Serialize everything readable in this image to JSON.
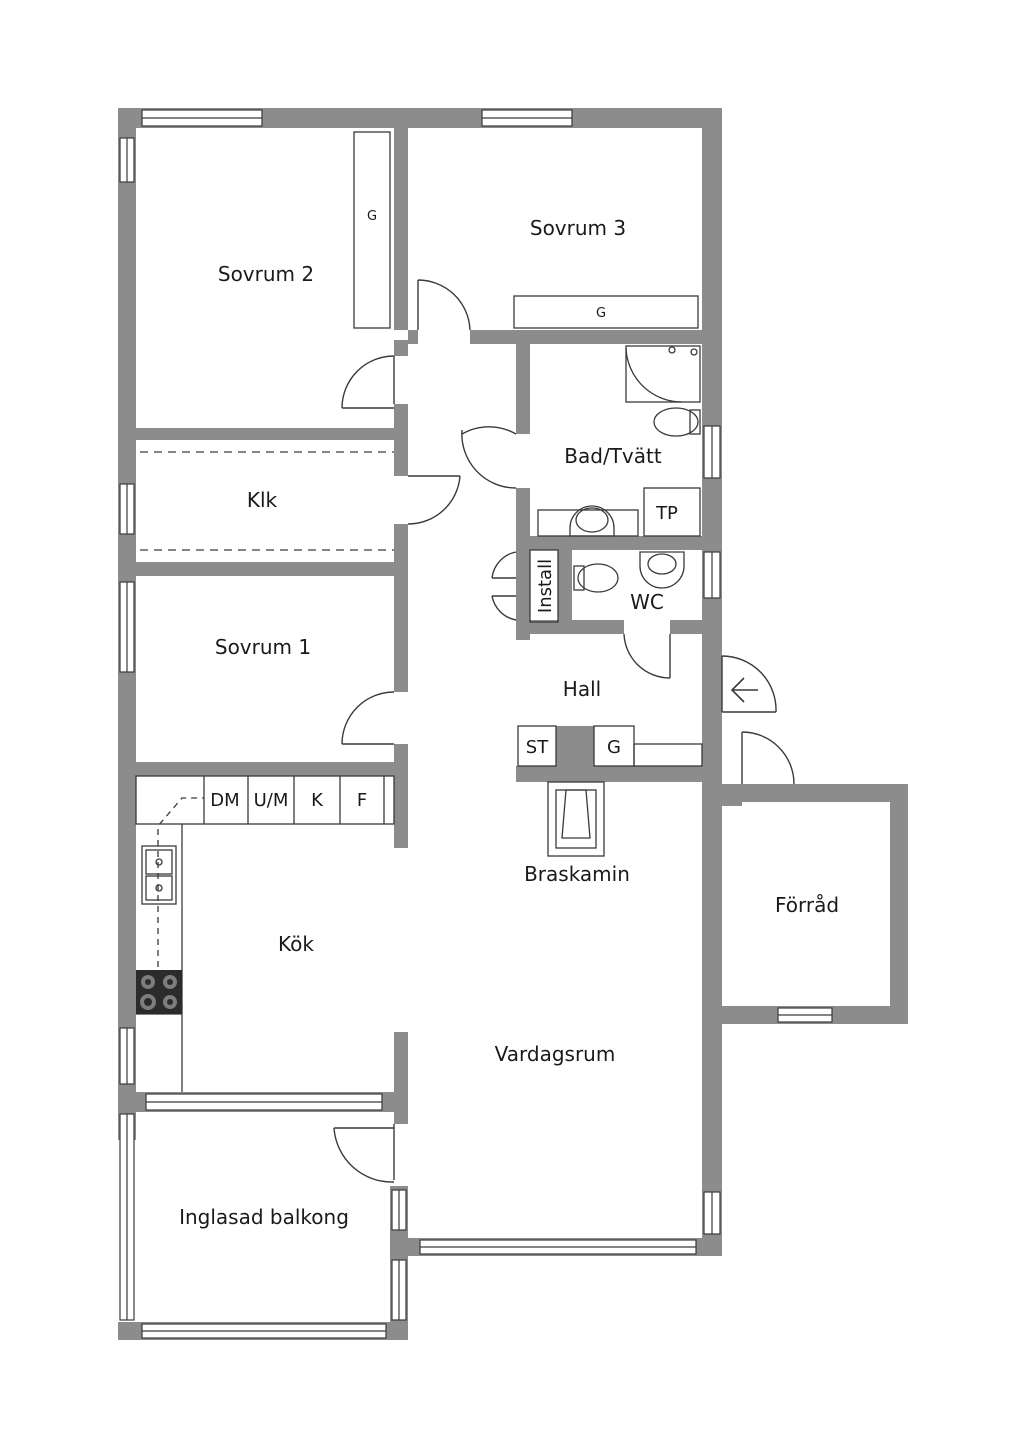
{
  "colors": {
    "wall": "#8c8c8c",
    "line": "#3a3a3a",
    "background": "#ffffff"
  },
  "rooms": {
    "sovrum2": "Sovrum 2",
    "sovrum3": "Sovrum 3",
    "klk": "Klk",
    "sovrum1": "Sovrum 1",
    "bad": "Bad/Tvätt",
    "wc": "WC",
    "hall": "Hall",
    "kok": "Kök",
    "vardagsrum": "Vardagsrum",
    "forrad": "Förråd",
    "balkong": "Inglasad balkong",
    "braskamin": "Braskamin"
  },
  "fixtures": {
    "g_sovrum2": "G",
    "g_sovrum3": "G",
    "tp": "TP",
    "install": "Install",
    "st": "ST",
    "g_hall": "G",
    "dm": "DM",
    "um": "U/M",
    "k": "K",
    "f": "F"
  },
  "icons": {
    "entrance": "arrow-left-icon",
    "stove": "cooktop-icon",
    "sink": "sink-icon",
    "toilet": "toilet-icon",
    "shower": "shower-icon"
  }
}
